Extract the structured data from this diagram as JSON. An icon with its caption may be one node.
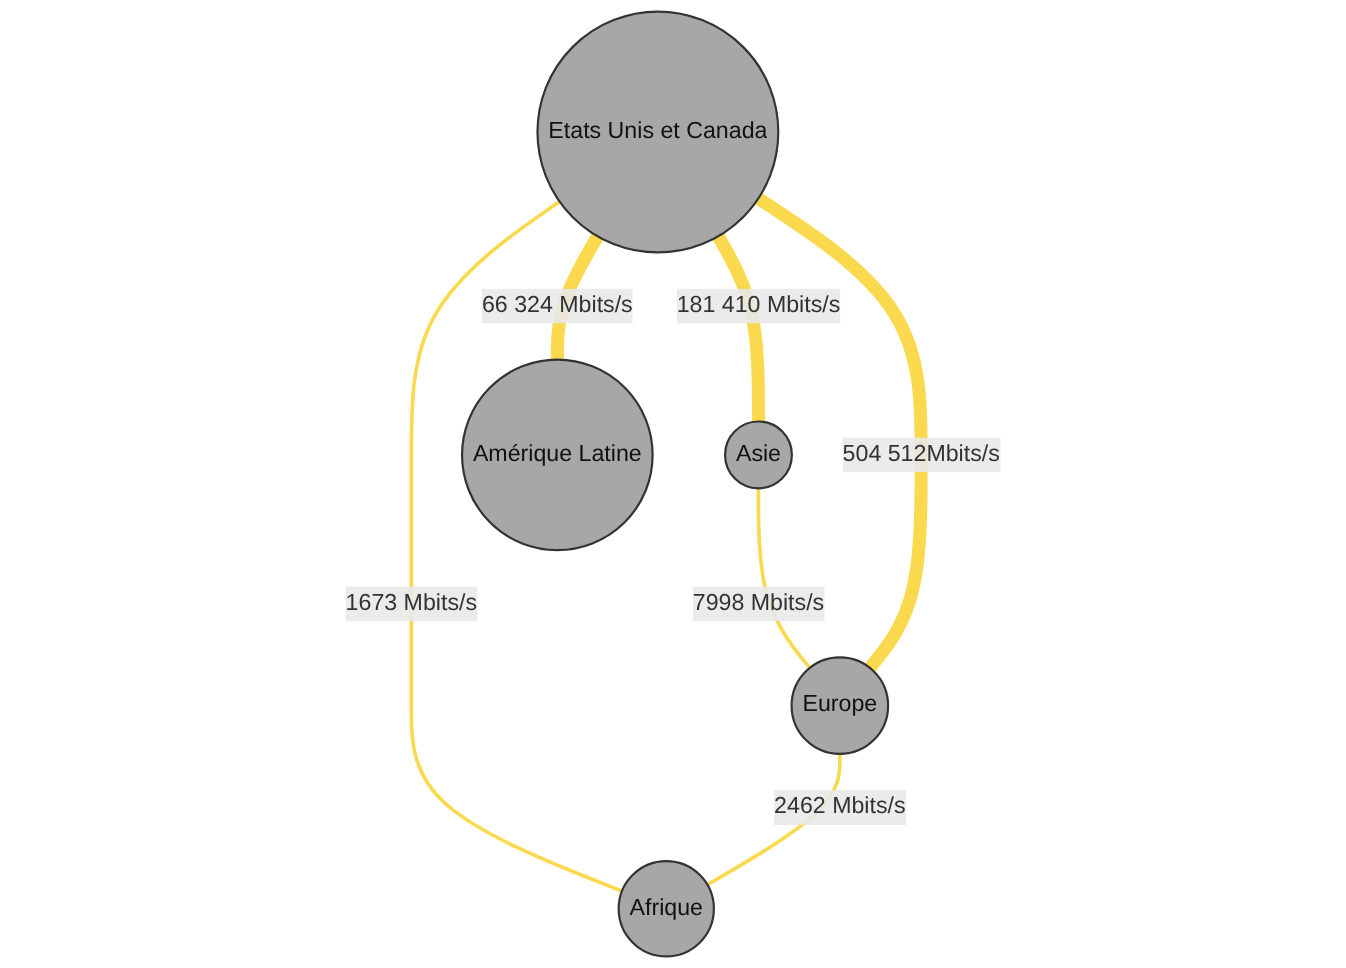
{
  "diagram": {
    "nodes": [
      {
        "text": [
          "Etats Unis et Canada"
        ]
      },
      {
        "text": [
          "Asie"
        ]
      },
      {
        "text": [
          "Europe"
        ]
      },
      {
        "text": [
          "Amérique Latine"
        ]
      },
      {
        "text": [
          "Afrique"
        ]
      }
    ],
    "edges": [
      {
        "from": 1,
        "to": 2,
        "arrow": "none",
        "label": "7998 Mbits/s"
      },
      {
        "from": 0,
        "to": 1,
        "arrow": "none",
        "label": "181 410 Mbits/s",
        "style": "thick"
      },
      {
        "from": 0,
        "to": 2,
        "arrow": "none",
        "label": "504 512Mbits/s",
        "style": "thick"
      },
      {
        "from": 0,
        "to": 3,
        "arrow": "none",
        "label": "66 324 Mbits/s",
        "style": "thick"
      },
      {
        "from": 0,
        "to": 4,
        "arrow": "none",
        "label": "1673 Mbits/s"
      },
      {
        "from": 2,
        "to": 4,
        "arrow": "none",
        "label": "2462 Mbits/s"
      }
    ]
  }
}
